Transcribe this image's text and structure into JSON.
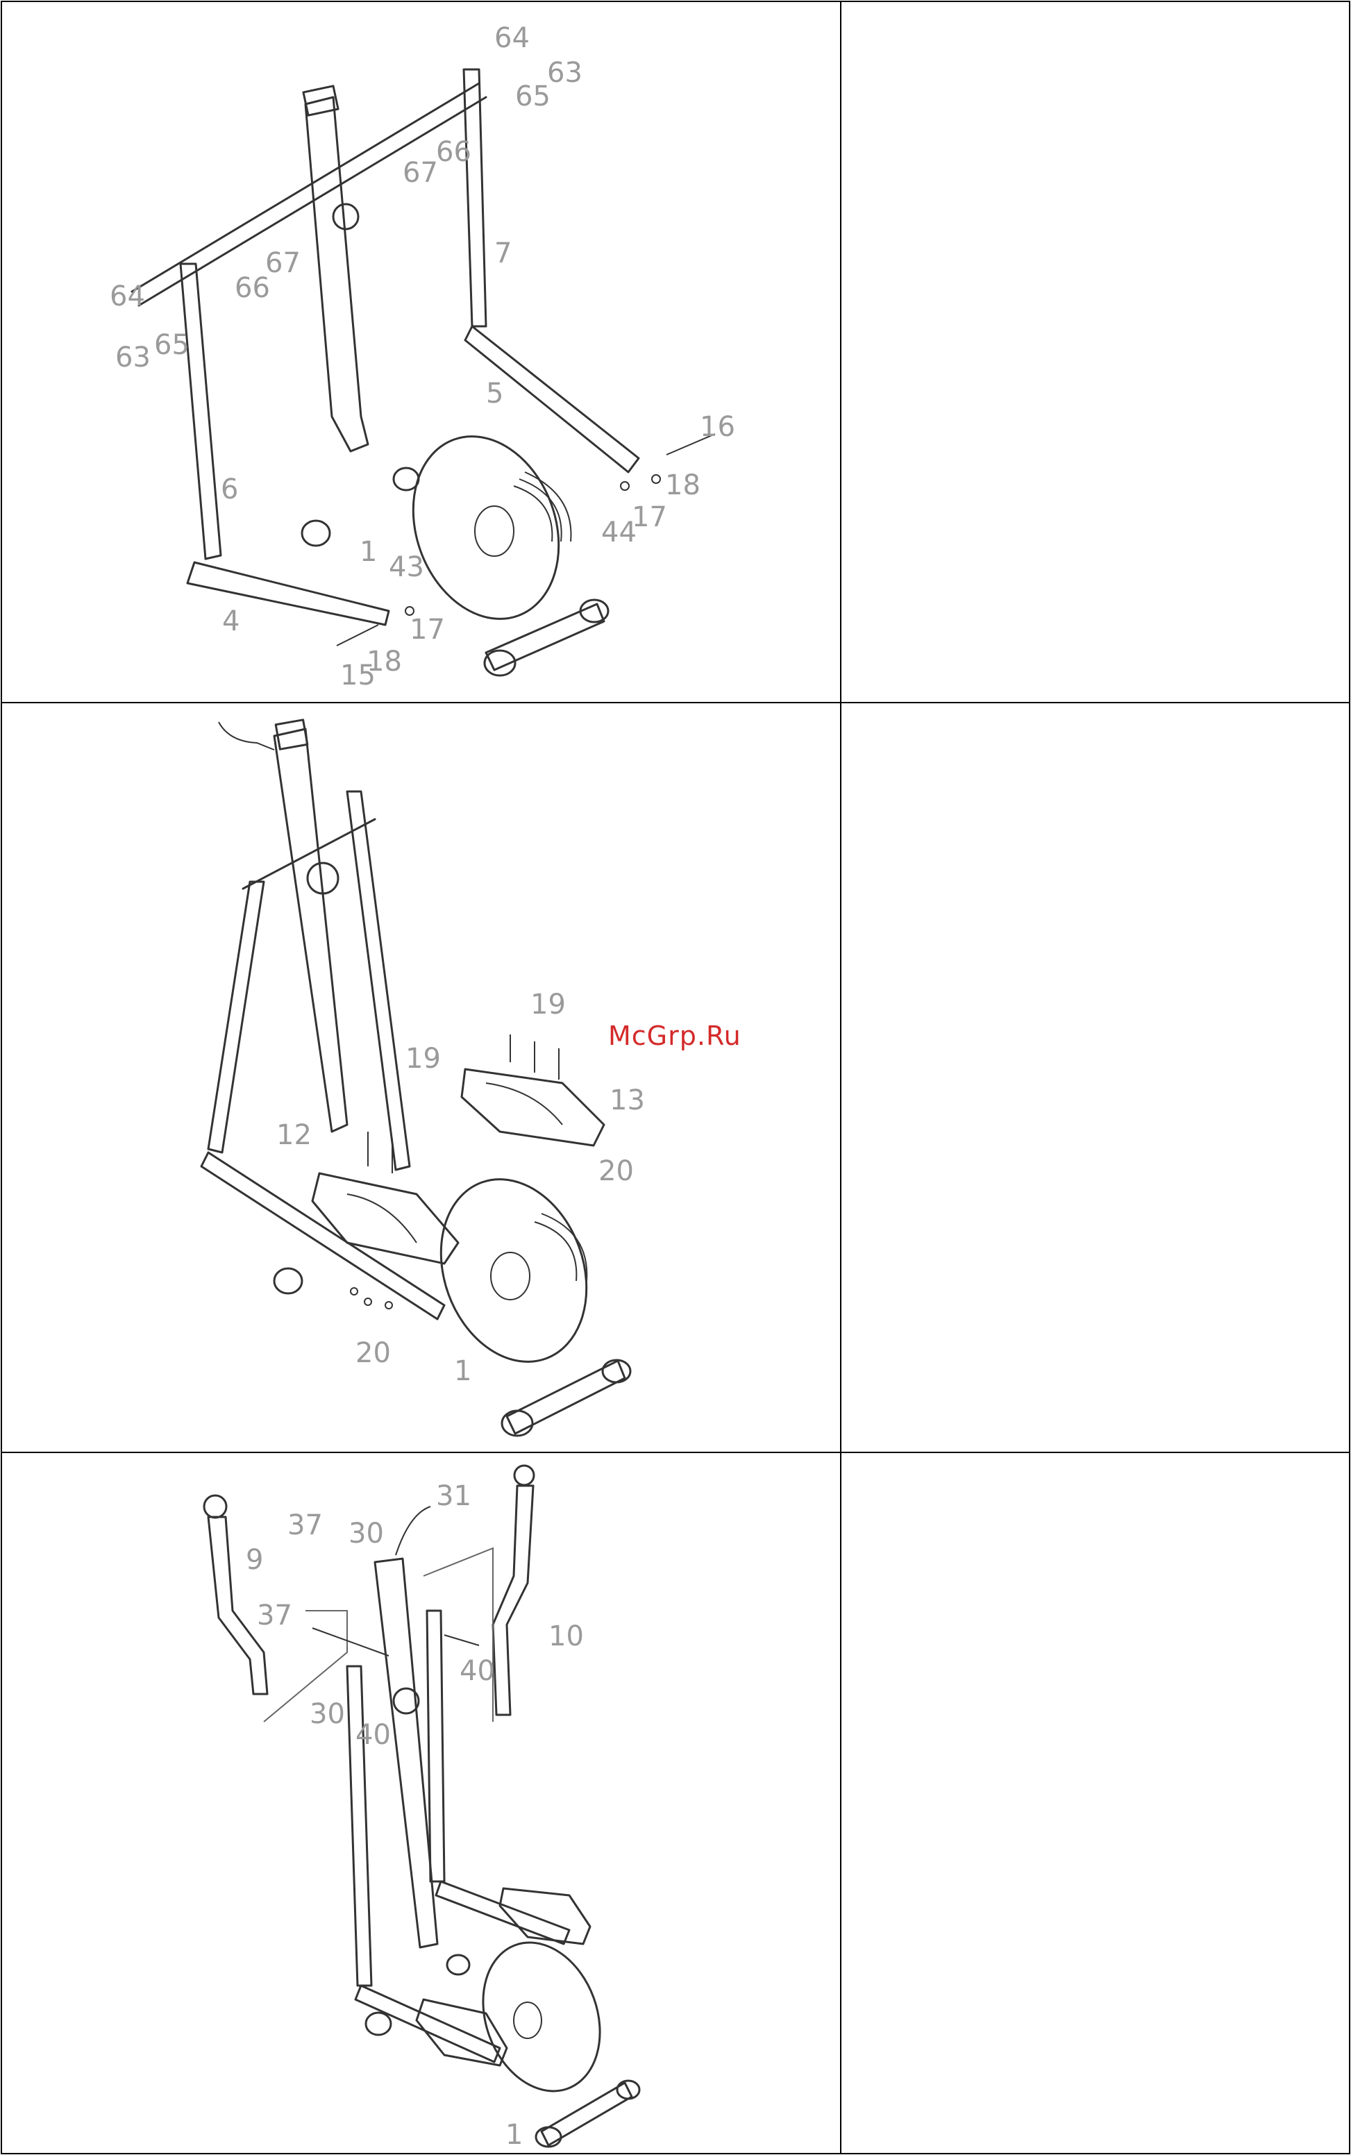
{
  "watermark": {
    "text": "McGrp.Ru"
  },
  "steps": [
    {
      "callouts": [
        "64",
        "63",
        "65",
        "66",
        "67",
        "66",
        "67",
        "7",
        "64",
        "65",
        "63",
        "5",
        "16",
        "18",
        "17",
        "44",
        "6",
        "1",
        "43",
        "4",
        "17",
        "18",
        "15"
      ]
    },
    {
      "callouts": [
        "19",
        "13",
        "19",
        "12",
        "20",
        "20",
        "1"
      ]
    },
    {
      "callouts": [
        "31",
        "37",
        "30",
        "9",
        "10",
        "37",
        "40",
        "30",
        "40",
        "1"
      ]
    }
  ]
}
